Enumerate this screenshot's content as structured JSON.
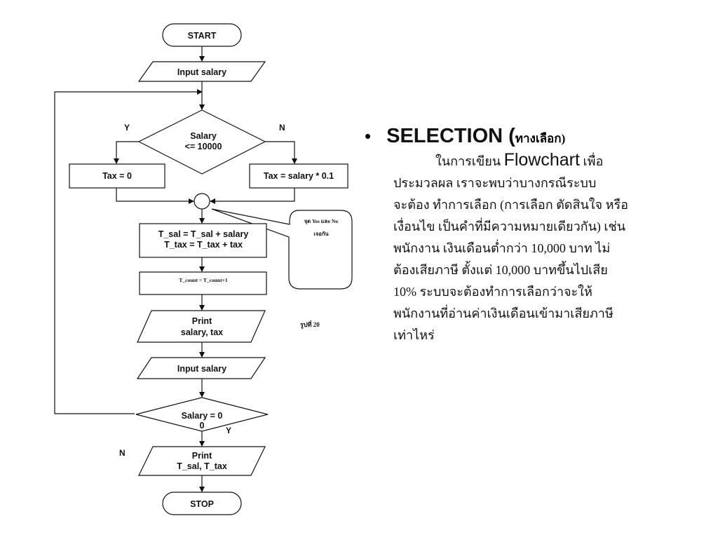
{
  "flowchart": {
    "start": "START",
    "input_salary_1": "Input salary",
    "decision_1_line1": "Salary",
    "decision_1_line2": "<= 10000",
    "yes_1": "Y",
    "no_1": "N",
    "tax_zero": "Tax = 0",
    "tax_rate": "Tax = salary * 0.1",
    "accum_line1": "T_sal = T_sal + salary",
    "accum_line2": "T_tax = T_tax + tax",
    "count": "T_count = T_count+1",
    "print_line1": "Print",
    "print_line2": "salary, tax",
    "input_salary_2": "Input salary",
    "decision_2_line1": "Salary = 0",
    "decision_2_line2": "0",
    "yes_2": "Y",
    "no_2": "N",
    "final_print_line1": "Print",
    "final_print_line2": "T_sal, T_tax",
    "stop": "STOP",
    "callout_line1": "จุด Yes และ No",
    "callout_line2": "เจอกัน",
    "figure_label": "รูปที่ 20"
  },
  "content": {
    "heading_main": "SELECTION (",
    "heading_thai": "ทางเลือก)",
    "para_intro": "ในการเขียน",
    "para_flowchart": "Flowchart",
    "para_intro_end": "เพื่อ",
    "lines": [
      "ประมวลผล เราจะพบว่าบางกรณีระบบ",
      "จะต้อง ทำการเลือก (การเลือก ตัดสินใจ หรือ",
      "เงื่อนไข เป็นคำที่มีความหมายเดียวกัน) เช่น",
      "พนักงาน เงินเดือนต่ำกว่า 10,000 บาท ไม่",
      "ต้องเสียภาษี ตั้งแต่ 10,000 บาทขึ้นไปเสีย",
      "10% ระบบจะต้องทำการเลือกว่าจะให้",
      "พนักงานที่อ่านค่าเงินเดือนเข้ามาเสียภาษี",
      "เท่าไหร่"
    ]
  }
}
